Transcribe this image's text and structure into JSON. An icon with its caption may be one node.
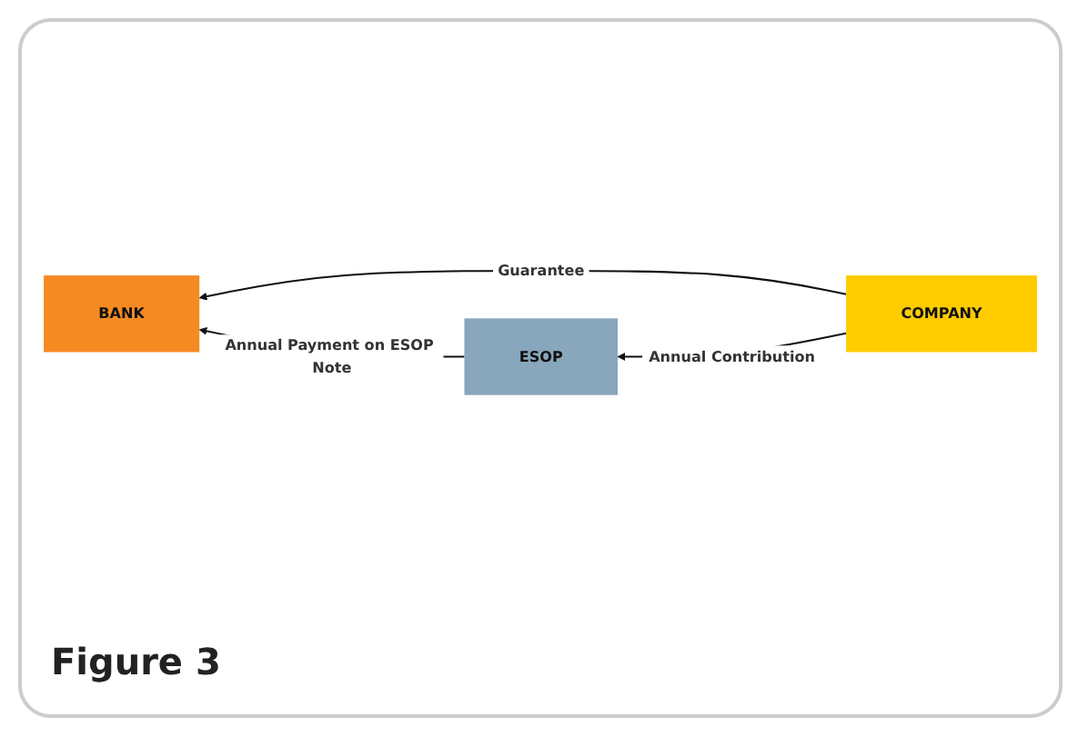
{
  "diagram": {
    "caption": "Figure 3",
    "nodes": [
      {
        "text": [
          "BANK"
        ]
      },
      {
        "text": [
          "COMPANY"
        ]
      },
      {
        "text": [
          "ESOP"
        ]
      }
    ],
    "edges": [
      {
        "from": 1,
        "to": 0,
        "arrow": "to",
        "label": "Guarantee"
      },
      {
        "from": 1,
        "to": 2,
        "arrow": "to",
        "label": "Annual Contribution"
      },
      {
        "from": 2,
        "to": 0,
        "arrow": "to",
        "label": "Annual Payment on ESOP Note"
      }
    ]
  }
}
